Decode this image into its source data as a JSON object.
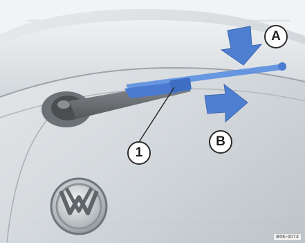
{
  "figure": {
    "callouts": {
      "a": "A",
      "b": "B",
      "one": "1"
    },
    "code": "B5K-0073"
  },
  "colors": {
    "arrow_blue": "#4f7fd0",
    "wiper_blue": "#5b8fe0",
    "glass_gray": "#c6cbcf",
    "body_gray": "#d9dde0"
  },
  "icons": {
    "arrow_a": "arrow-down-icon",
    "arrow_b": "arrow-right-icon",
    "logo": "vw-logo-icon"
  }
}
